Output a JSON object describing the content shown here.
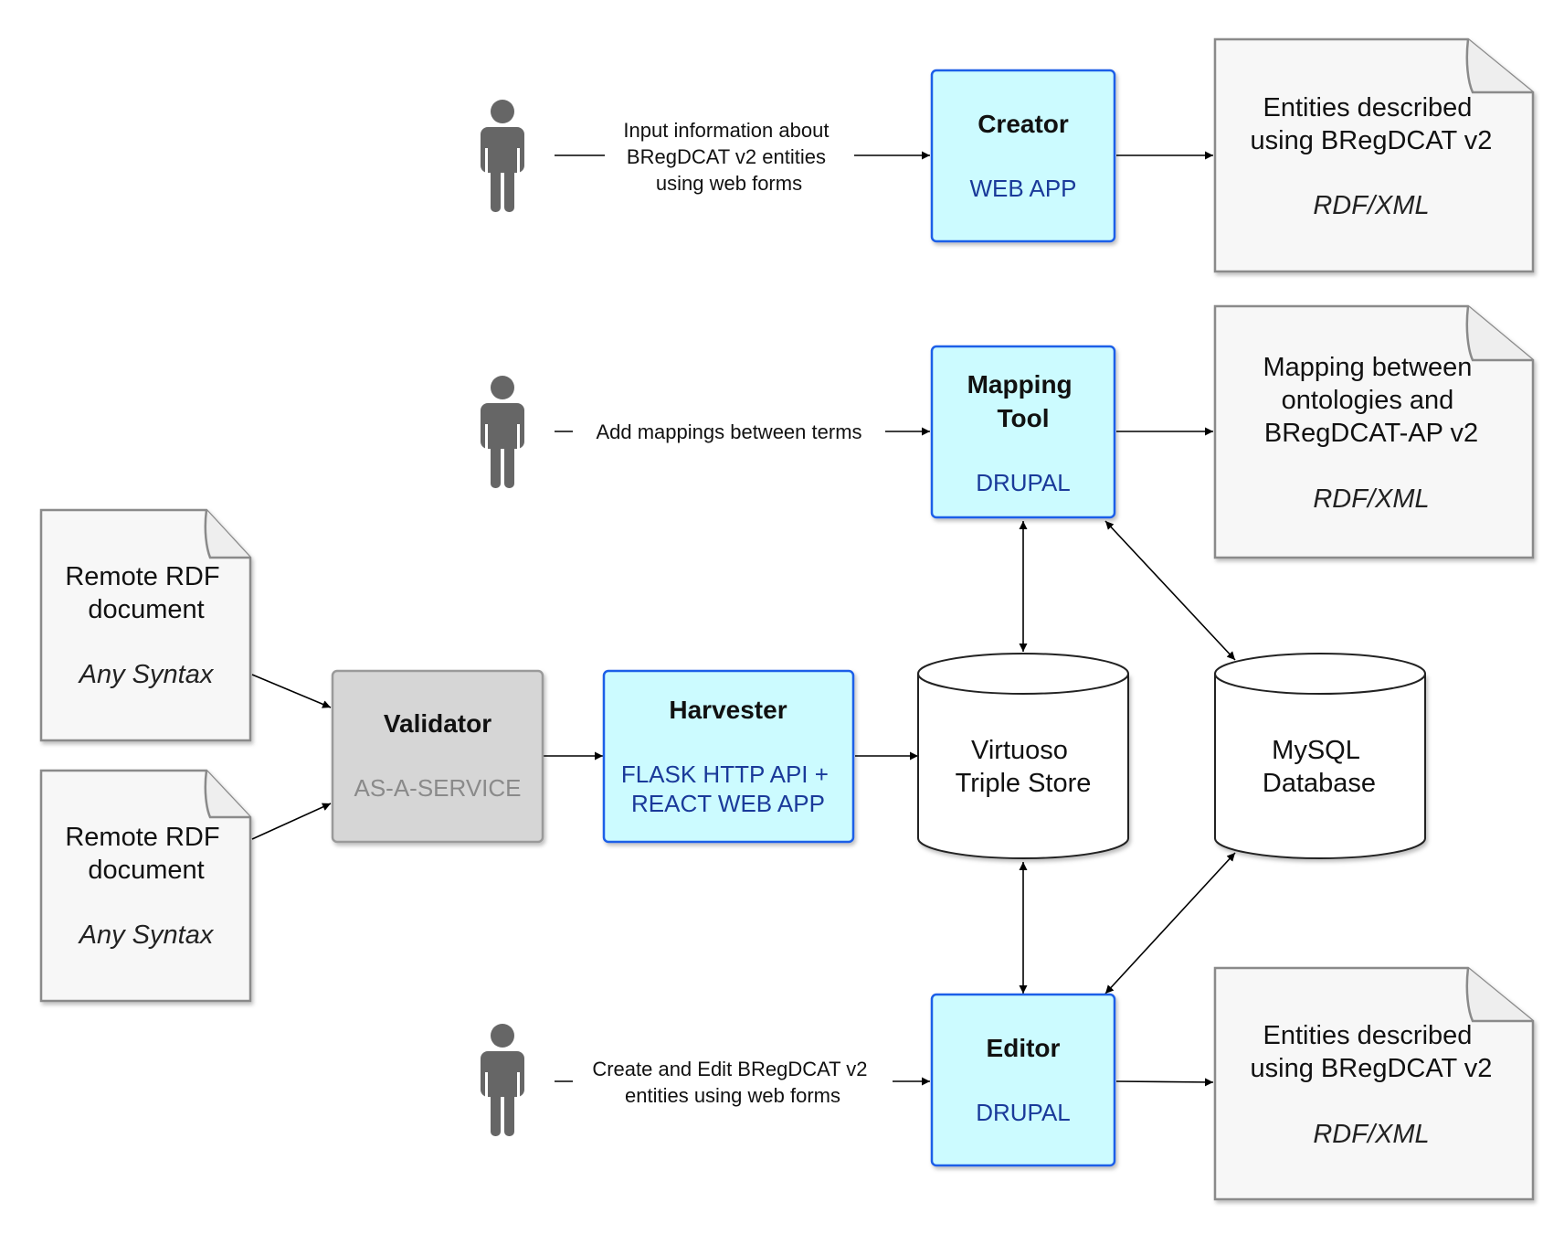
{
  "actors": [
    {
      "id": "actor-creator",
      "label_lines": [
        "Input information about",
        "BRegDCAT v2 entities",
        "using web forms"
      ]
    },
    {
      "id": "actor-mapping",
      "label_lines": [
        "Add mappings between terms"
      ]
    },
    {
      "id": "actor-editor",
      "label_lines": [
        "Create and Edit BRegDCAT v2",
        "entities using web forms"
      ]
    }
  ],
  "components": {
    "creator": {
      "title_lines": [
        "Creator"
      ],
      "tech_lines": [
        "WEB APP"
      ]
    },
    "mapping_tool": {
      "title_lines": [
        "Mapping",
        "Tool"
      ],
      "tech_lines": [
        "DRUPAL"
      ]
    },
    "harvester": {
      "title_lines": [
        "Harvester"
      ],
      "tech_lines": [
        "FLASK HTTP API +",
        "REACT WEB APP"
      ]
    },
    "validator": {
      "title_lines": [
        "Validator"
      ],
      "tech_lines": [
        "AS-A-SERVICE"
      ]
    },
    "editor": {
      "title_lines": [
        "Editor"
      ],
      "tech_lines": [
        "DRUPAL"
      ]
    }
  },
  "documents": {
    "creator_output": {
      "lines": [
        "Entities described",
        "using BRegDCAT v2"
      ],
      "format": "RDF/XML"
    },
    "mapping_output": {
      "lines": [
        "Mapping between",
        "ontologies and",
        "BRegDCAT-AP v2"
      ],
      "format": "RDF/XML"
    },
    "editor_output": {
      "lines": [
        "Entities described",
        "using BRegDCAT v2"
      ],
      "format": "RDF/XML"
    },
    "remote_doc_1": {
      "lines": [
        "Remote RDF",
        "document"
      ],
      "format": "Any Syntax"
    },
    "remote_doc_2": {
      "lines": [
        "Remote RDF",
        "document"
      ],
      "format": "Any Syntax"
    }
  },
  "databases": {
    "virtuoso": {
      "lines": [
        "Virtuoso",
        "Triple Store"
      ]
    },
    "mysql": {
      "lines": [
        "MySQL",
        "Database"
      ]
    }
  },
  "colors": {
    "app_fill": "#ccfbff",
    "app_border": "#1f5ee8",
    "app_tech_text": "#1a3a9a",
    "validator_fill": "#d6d6d6",
    "validator_border": "#9a9a9a",
    "validator_tech_text": "#8a8a8a",
    "doc_fill": "#f7f7f7",
    "doc_border": "#8a8a8a",
    "actor": "#666666"
  }
}
